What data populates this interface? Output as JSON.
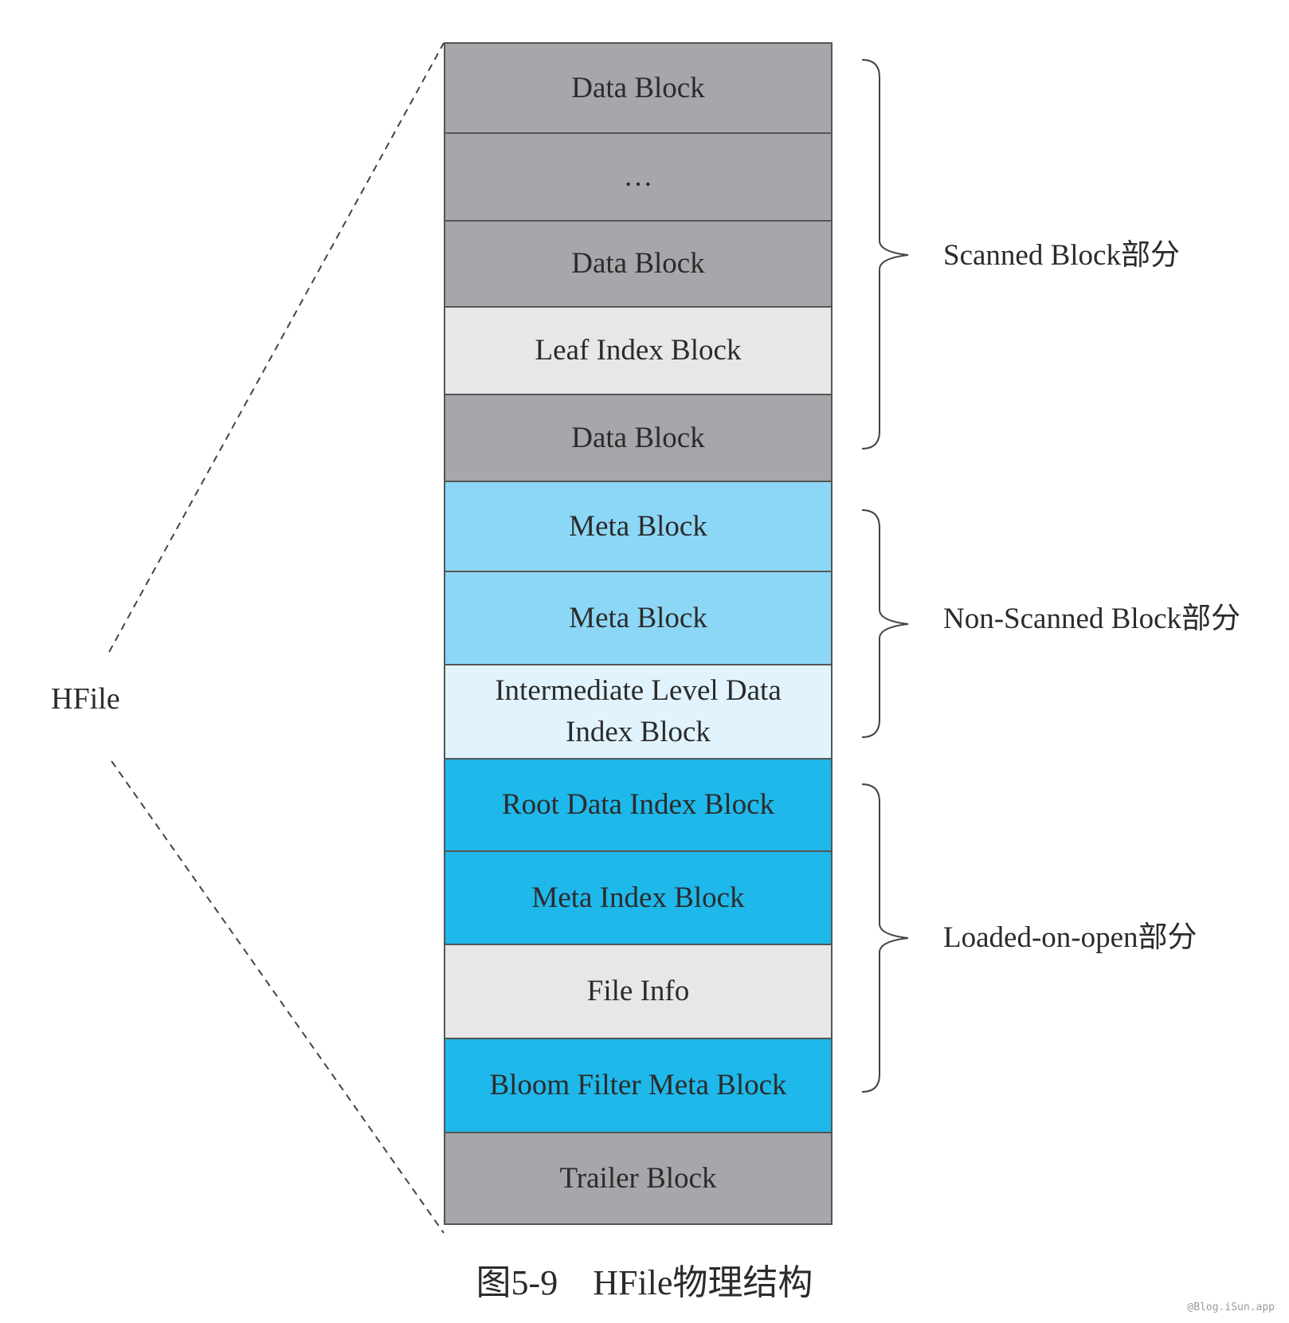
{
  "hfile_label": "HFile",
  "blocks": [
    {
      "label": "Data Block",
      "color": "#a5a7aa"
    },
    {
      "label": "…",
      "color": "#a5a7aa"
    },
    {
      "label": "Data Block",
      "color": "#a5a7aa"
    },
    {
      "label": "Leaf Index Block",
      "color": "#e6e7e8"
    },
    {
      "label": "Data Block",
      "color": "#a5a7aa"
    },
    {
      "label": "Meta Block",
      "color": "#8dd7f6"
    },
    {
      "label": "Meta Block",
      "color": "#8dd7f6"
    },
    {
      "label": "Intermediate Level Data Index Block",
      "color": "#e1f4fd"
    },
    {
      "label": "Root Data Index Block",
      "color": "#1fb8ea"
    },
    {
      "label": "Meta Index Block",
      "color": "#1fb8ea"
    },
    {
      "label": "File Info",
      "color": "#e6e7e8"
    },
    {
      "label": "Bloom Filter Meta Block",
      "color": "#1fb8ea"
    },
    {
      "label": "Trailer Block",
      "color": "#a5a7aa"
    }
  ],
  "sections": [
    {
      "label": "Scanned Block部分"
    },
    {
      "label": "Non-Scanned Block部分"
    },
    {
      "label": "Loaded-on-open部分"
    }
  ],
  "caption": "图5-9    HFile物理结构",
  "watermark": "@Blog.iSun.app"
}
